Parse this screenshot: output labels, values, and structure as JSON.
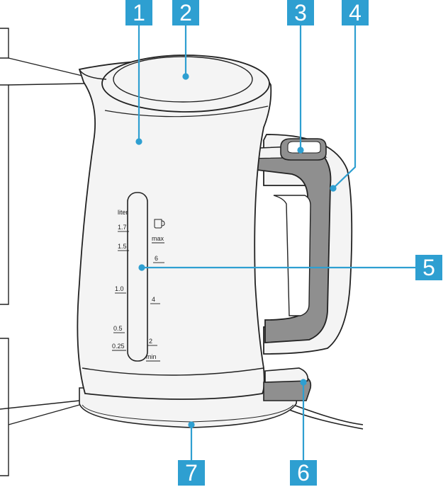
{
  "callouts": [
    {
      "number": "1"
    },
    {
      "number": "2"
    },
    {
      "number": "3"
    },
    {
      "number": "4"
    },
    {
      "number": "5"
    },
    {
      "number": "6"
    },
    {
      "number": "7"
    }
  ],
  "scale": {
    "liters_header": "liter",
    "cups_icon": "cup-icon",
    "liters": [
      "1.7",
      "1.5",
      "1.0",
      "0.5",
      "0.25"
    ],
    "cups": [
      "max",
      "6",
      "4",
      "2",
      "min"
    ]
  },
  "colors": {
    "callout_fill": "#2e9fd1",
    "callout_text": "#ffffff",
    "outline": "#222222",
    "body": "#f4f4f4",
    "handle_grey": "#8f8f8f"
  }
}
